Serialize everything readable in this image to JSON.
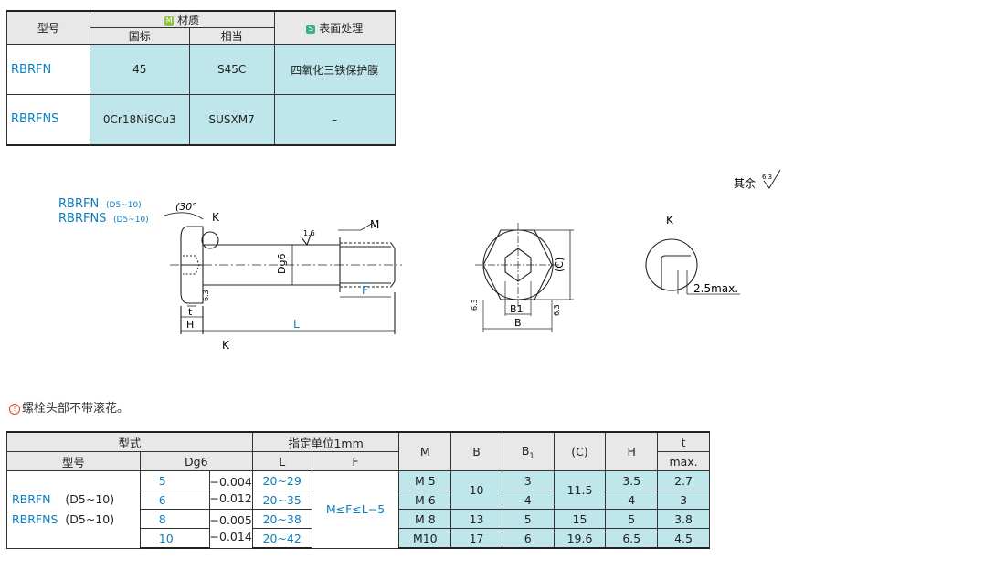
{
  "material_table": {
    "col_model": "型号",
    "col_material": "材质",
    "col_material_badge": "M",
    "col_standard": "国标",
    "col_equivalent": "相当",
    "col_surface": "表面处理",
    "col_surface_badge": "S",
    "rows": [
      {
        "model": "RBRFN",
        "standard": "45",
        "equivalent": "S45C",
        "surface": "四氧化三铁保护膜"
      },
      {
        "model": "RBRFNS",
        "standard": "0Cr18Ni9Cu3",
        "equivalent": "SUSXM7",
        "surface": "–"
      }
    ]
  },
  "drawing": {
    "label_model1": "RBRFN",
    "label_range1": "(D5~10)",
    "label_model2": "RBRFNS",
    "label_range2": "(D5~10)",
    "angle": "(30°",
    "k_top": "K",
    "k_bottom": "K",
    "m_label": "M",
    "dg6_label": "Dg6",
    "f_label": "F",
    "l_label": "L",
    "t_label": "t",
    "h_label": "H",
    "rough_16": "1.6",
    "rough_63": "6.3",
    "c_label": "(C)",
    "b1_label": "B1",
    "b_label": "B",
    "detail_k": "K",
    "detail_note": "2.5max.",
    "remaining_label": "其余"
  },
  "note": "螺栓头部不带滚花。",
  "dims_table": {
    "h_type": "型式",
    "h_model": "型号",
    "h_dg6": "Dg6",
    "h_unit": "指定单位1mm",
    "h_L": "L",
    "h_F": "F",
    "h_M": "M",
    "h_B": "B",
    "h_B1": "B1",
    "h_C": "(C)",
    "h_H": "H",
    "h_t": "t",
    "h_tmax": "max.",
    "model1": "RBRFN",
    "range1": "(D5~10)",
    "model2": "RBRFNS",
    "range2": "(D5~10)",
    "F_rule": "M≤F≤L−5",
    "rows": [
      {
        "d": "5",
        "L": "20~29",
        "M": "M 5",
        "B1": "3",
        "H": "3.5",
        "t": "2.7"
      },
      {
        "d": "6",
        "L": "20~35",
        "M": "M 6",
        "B1": "4",
        "H": "4",
        "t": "3"
      },
      {
        "d": "8",
        "L": "20~38",
        "M": "M 8",
        "B": "13",
        "B1": "5",
        "C": "15",
        "H": "5",
        "t": "3.8"
      },
      {
        "d": "10",
        "L": "20~42",
        "M": "M10",
        "B": "17",
        "B1": "6",
        "C": "19.6",
        "H": "6.5",
        "t": "4.5"
      }
    ],
    "tol1_upper": "−0.004",
    "tol1_lower": "−0.012",
    "tol2_upper": "−0.005",
    "tol2_lower": "−0.014",
    "B_56": "10",
    "C_56": "11.5"
  }
}
